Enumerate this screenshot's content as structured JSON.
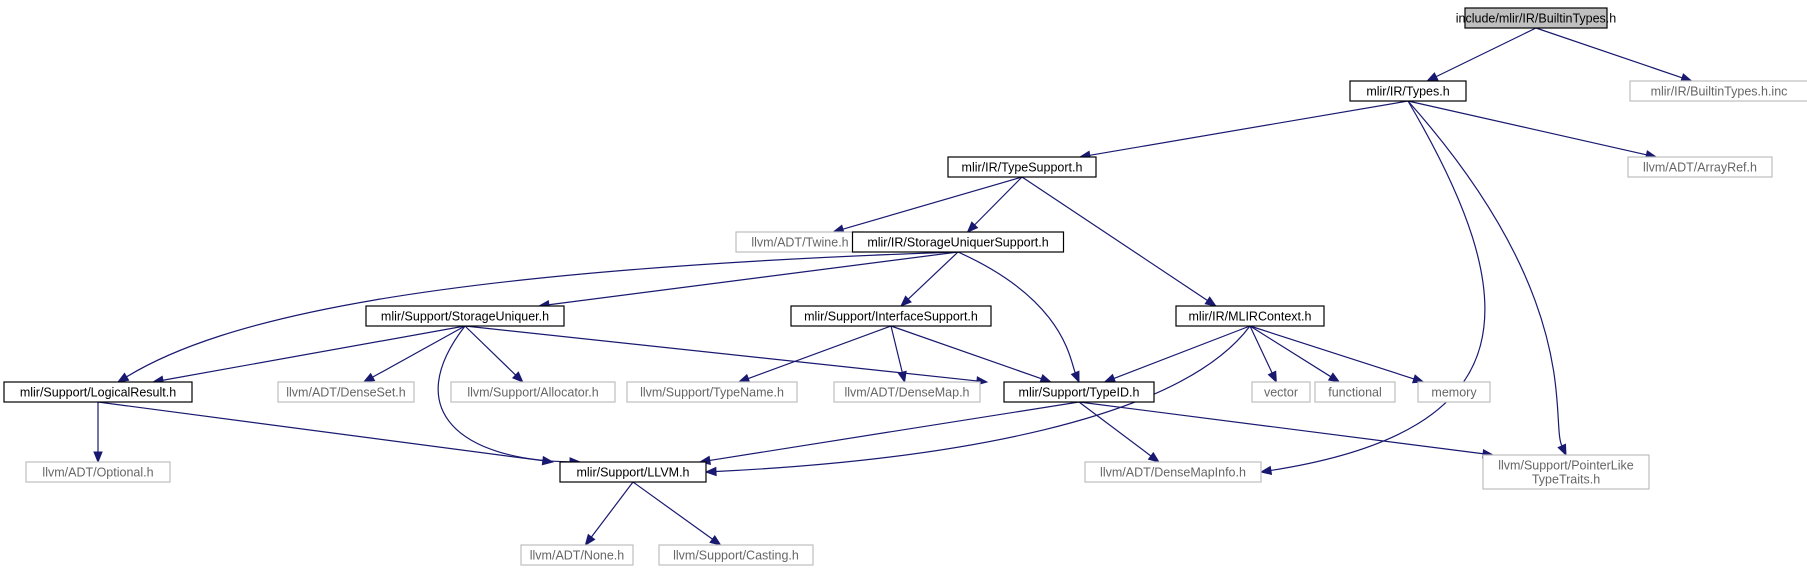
{
  "graph": {
    "edge_color": "#191970",
    "root_fill": "#bfbfbf",
    "external_border": "#bfbfbf",
    "nodes": [
      {
        "id": "builtin_types",
        "label": "include/mlir/IR/BuiltinTypes.h",
        "kind": "root"
      },
      {
        "id": "types",
        "label": "mlir/IR/Types.h",
        "kind": "internal"
      },
      {
        "id": "builtin_types_inc",
        "label": "mlir/IR/BuiltinTypes.h.inc",
        "kind": "external"
      },
      {
        "id": "type_support",
        "label": "mlir/IR/TypeSupport.h",
        "kind": "internal"
      },
      {
        "id": "array_ref",
        "label": "llvm/ADT/ArrayRef.h",
        "kind": "external"
      },
      {
        "id": "twine",
        "label": "llvm/ADT/Twine.h",
        "kind": "external"
      },
      {
        "id": "storage_uniquer_support",
        "label": "mlir/IR/StorageUniquerSupport.h",
        "kind": "internal"
      },
      {
        "id": "storage_uniquer",
        "label": "mlir/Support/StorageUniquer.h",
        "kind": "internal"
      },
      {
        "id": "interface_support",
        "label": "mlir/Support/InterfaceSupport.h",
        "kind": "internal"
      },
      {
        "id": "mlir_context",
        "label": "mlir/IR/MLIRContext.h",
        "kind": "internal"
      },
      {
        "id": "logical_result",
        "label": "mlir/Support/LogicalResult.h",
        "kind": "internal"
      },
      {
        "id": "dense_set",
        "label": "llvm/ADT/DenseSet.h",
        "kind": "external"
      },
      {
        "id": "allocator",
        "label": "llvm/Support/Allocator.h",
        "kind": "external"
      },
      {
        "id": "type_name",
        "label": "llvm/Support/TypeName.h",
        "kind": "external"
      },
      {
        "id": "dense_map",
        "label": "llvm/ADT/DenseMap.h",
        "kind": "external"
      },
      {
        "id": "type_id",
        "label": "mlir/Support/TypeID.h",
        "kind": "internal"
      },
      {
        "id": "vector",
        "label": "vector",
        "kind": "external"
      },
      {
        "id": "functional",
        "label": "functional",
        "kind": "external"
      },
      {
        "id": "memory",
        "label": "memory",
        "kind": "external"
      },
      {
        "id": "optional",
        "label": "llvm/ADT/Optional.h",
        "kind": "external"
      },
      {
        "id": "llvm_h",
        "label": "mlir/Support/LLVM.h",
        "kind": "internal"
      },
      {
        "id": "dense_map_info",
        "label": "llvm/ADT/DenseMapInfo.h",
        "kind": "external"
      },
      {
        "id": "pointer_like",
        "label": "llvm/Support/PointerLike\nTypeTraits.h",
        "kind": "external"
      },
      {
        "id": "none",
        "label": "llvm/ADT/None.h",
        "kind": "external"
      },
      {
        "id": "casting",
        "label": "llvm/Support/Casting.h",
        "kind": "external"
      }
    ],
    "edges": [
      [
        "builtin_types",
        "types"
      ],
      [
        "builtin_types",
        "builtin_types_inc"
      ],
      [
        "types",
        "type_support"
      ],
      [
        "types",
        "array_ref"
      ],
      [
        "types",
        "dense_map_info"
      ],
      [
        "types",
        "pointer_like"
      ],
      [
        "type_support",
        "twine"
      ],
      [
        "type_support",
        "storage_uniquer_support"
      ],
      [
        "type_support",
        "mlir_context"
      ],
      [
        "storage_uniquer_support",
        "storage_uniquer"
      ],
      [
        "storage_uniquer_support",
        "interface_support"
      ],
      [
        "storage_uniquer_support",
        "type_id"
      ],
      [
        "storage_uniquer_support",
        "logical_result"
      ],
      [
        "storage_uniquer",
        "logical_result"
      ],
      [
        "storage_uniquer",
        "dense_set"
      ],
      [
        "storage_uniquer",
        "allocator"
      ],
      [
        "storage_uniquer",
        "type_id"
      ],
      [
        "storage_uniquer",
        "llvm_h"
      ],
      [
        "interface_support",
        "type_name"
      ],
      [
        "interface_support",
        "dense_map"
      ],
      [
        "interface_support",
        "type_id"
      ],
      [
        "mlir_context",
        "type_id"
      ],
      [
        "mlir_context",
        "llvm_h"
      ],
      [
        "mlir_context",
        "vector"
      ],
      [
        "mlir_context",
        "functional"
      ],
      [
        "mlir_context",
        "memory"
      ],
      [
        "logical_result",
        "optional"
      ],
      [
        "logical_result",
        "llvm_h"
      ],
      [
        "type_id",
        "llvm_h"
      ],
      [
        "type_id",
        "dense_map_info"
      ],
      [
        "type_id",
        "pointer_like"
      ],
      [
        "llvm_h",
        "none"
      ],
      [
        "llvm_h",
        "casting"
      ]
    ]
  }
}
